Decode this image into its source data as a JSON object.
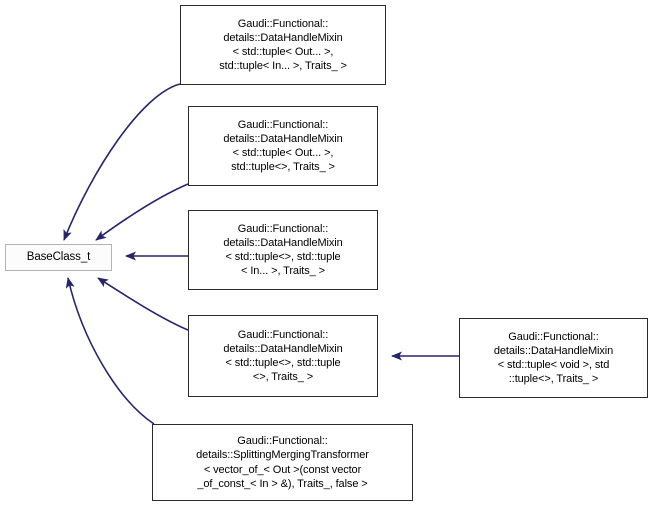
{
  "diagram": {
    "type": "inheritance-graph",
    "title": "BaseClass_t inheritance diagram",
    "edge_color": "#26246b",
    "node_border_color": "#2b2b2b",
    "root_border_color": "#b3b3b3",
    "background": "#ffffff"
  },
  "nodes": {
    "root": {
      "id": "BaseClass_t",
      "lines": [
        "BaseClass_t"
      ]
    },
    "dhm_out_in": {
      "id": "Gaudi::Functional::details::DataHandleMixin< std::tuple< Out... >, std::tuple< In... >, Traits_ >",
      "lines": [
        "Gaudi::Functional::",
        "details::DataHandleMixin",
        "< std::tuple< Out... >,",
        " std::tuple< In... >, Traits_ >"
      ]
    },
    "dhm_out_empty": {
      "id": "Gaudi::Functional::details::DataHandleMixin< std::tuple< Out... >, std::tuple<>, Traits_ >",
      "lines": [
        "Gaudi::Functional::",
        "details::DataHandleMixin",
        "< std::tuple< Out... >,",
        " std::tuple<>, Traits_ >"
      ]
    },
    "dhm_empty_in": {
      "id": "Gaudi::Functional::details::DataHandleMixin< std::tuple<>, std::tuple< In... >, Traits_ >",
      "lines": [
        "Gaudi::Functional::",
        "details::DataHandleMixin",
        "< std::tuple<>, std::tuple",
        "< In... >, Traits_ >"
      ]
    },
    "dhm_empty_empty": {
      "id": "Gaudi::Functional::details::DataHandleMixin< std::tuple<>, std::tuple<>, Traits_ >",
      "lines": [
        "Gaudi::Functional::",
        "details::DataHandleMixin",
        "< std::tuple<>, std::tuple",
        "<>, Traits_ >"
      ]
    },
    "dhm_void": {
      "id": "Gaudi::Functional::details::DataHandleMixin< std::tuple< void >, std::tuple<>, Traits_ >",
      "lines": [
        "Gaudi::Functional::",
        "details::DataHandleMixin",
        "< std::tuple< void >, std",
        "::tuple<>, Traits_ >"
      ]
    },
    "smt": {
      "id": "Gaudi::Functional::details::SplittingMergingTransformer< vector_of_< Out >(const vector_of_const_< In > &), Traits_, false >",
      "lines": [
        "Gaudi::Functional::",
        "details::SplittingMergingTransformer",
        "< vector_of_< Out >(const vector",
        "_of_const_< In > &), Traits_, false >"
      ]
    }
  },
  "edges": [
    {
      "from": "dhm_out_in",
      "to": "root",
      "style": "inheritance-arrow"
    },
    {
      "from": "dhm_out_empty",
      "to": "root",
      "style": "inheritance-arrow"
    },
    {
      "from": "dhm_empty_in",
      "to": "root",
      "style": "inheritance-arrow"
    },
    {
      "from": "dhm_empty_empty",
      "to": "root",
      "style": "inheritance-arrow"
    },
    {
      "from": "smt",
      "to": "root",
      "style": "inheritance-arrow"
    },
    {
      "from": "dhm_void",
      "to": "dhm_empty_empty",
      "style": "inheritance-arrow"
    }
  ]
}
